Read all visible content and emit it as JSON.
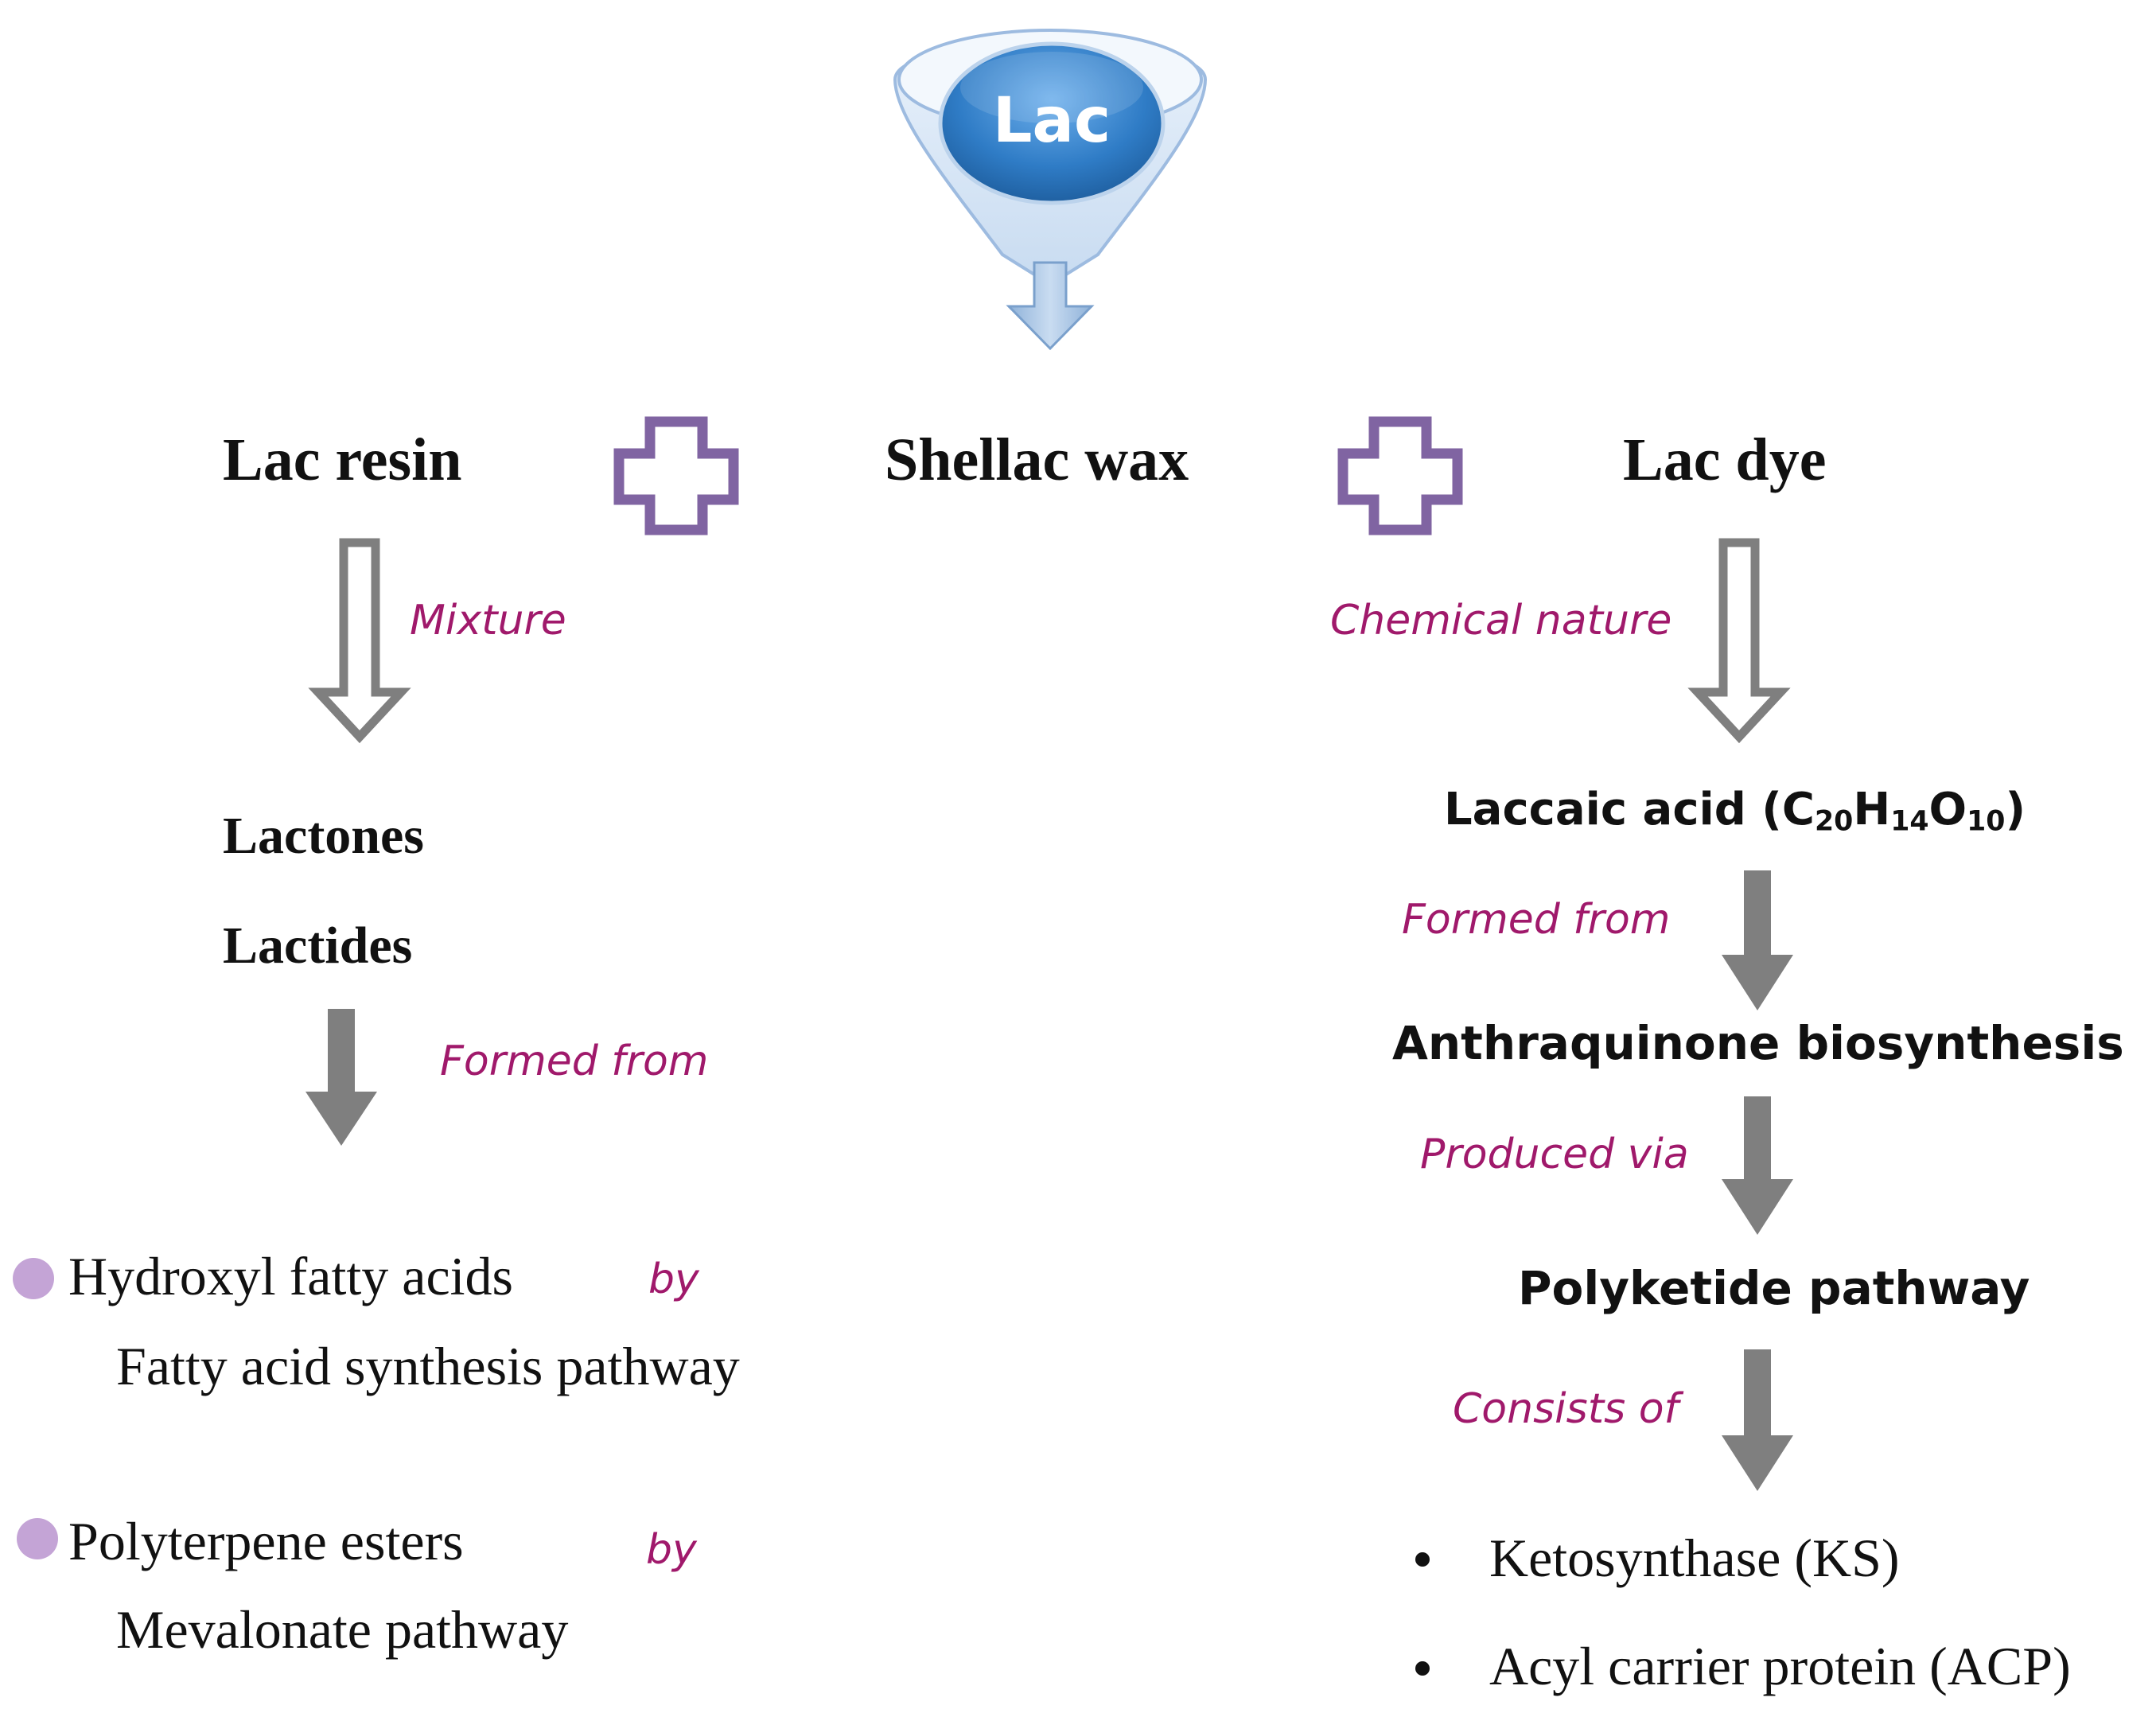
{
  "top": {
    "label": "Lac"
  },
  "components": [
    {
      "label": "Lac resin"
    },
    {
      "label": "Shellac wax"
    },
    {
      "label": "Lac dye"
    }
  ],
  "left": {
    "mixture_label": "Mixture",
    "products": [
      "Lactones",
      "Lactides"
    ],
    "formed_from_label": "Formed from",
    "items": [
      {
        "name": "Hydroxyl fatty acids",
        "by": "by",
        "pathway": "Fatty acid synthesis pathway"
      },
      {
        "name": "Polyterpene esters",
        "by": "by",
        "pathway": "Mevalonate pathway"
      }
    ]
  },
  "right": {
    "chemical_nature_label": "Chemical nature",
    "acid": {
      "name": "Laccaic acid (C",
      "sub1": "20",
      "h": "H",
      "sub2": "14",
      "o": "O",
      "sub3": "10",
      "close": ")"
    },
    "formed_from_label": "Formed from",
    "biosynthesis": "Anthraquinone biosynthesis",
    "produced_via_label": "Produced via",
    "pathway": "Polyketide pathway",
    "consists_of_label": "Consists of",
    "enzymes": [
      "Ketosynthase (KS)",
      "Acyl carrier protein (ACP)"
    ]
  },
  "colors": {
    "arrow_gray": "#7f7f7f",
    "plus_purple": "#8064a2",
    "label_magenta": "#a0196b",
    "bullet_lilac": "#c4a4d6",
    "lac_blue": "#2e78c2"
  }
}
